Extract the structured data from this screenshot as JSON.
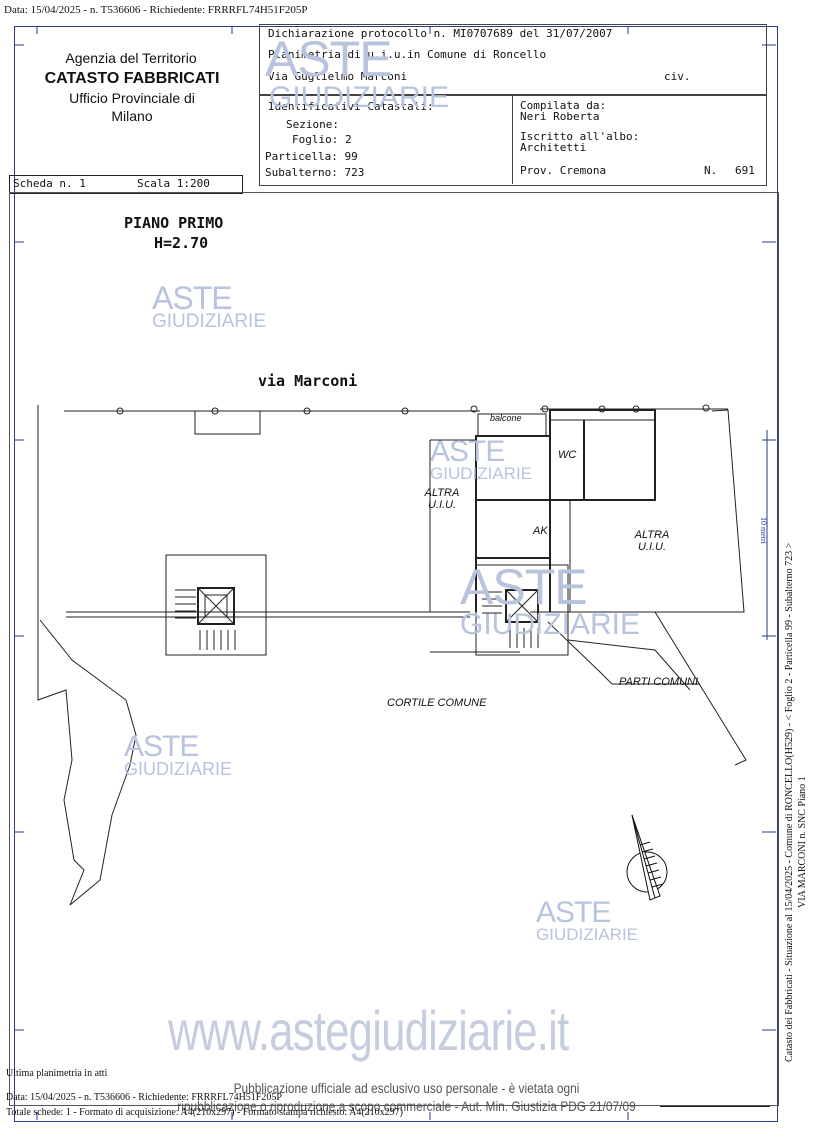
{
  "top_stamp": "Data: 15/04/2025 - n. T536606 - Richiedente: FRRRFL74H51F205P",
  "header": {
    "agency": "Agenzia del Territorio",
    "catasto": "CATASTO FABBRICATI",
    "office": "Ufficio Provinciale di",
    "city": "Milano",
    "dichiarazione": "Dichiarazione protocollo n. MI0707689 del  31/07/2007",
    "planimetria": "Planimetria di u.i.u.in Comune di Roncello",
    "via": "Via Guglielmo Marconi",
    "civ": "civ.",
    "identificativi_title": "Identificativi Catastali:",
    "sezione": "Sezione:",
    "foglio": "Foglio: 2",
    "particella": "Particella: 99",
    "subalterno": "Subalterno: 723",
    "compilata_label": "Compilata da:",
    "compilata_name": "Neri Roberta",
    "iscritto_label": "Iscritto all'albo:",
    "iscritto_value": "Architetti",
    "prov": "Prov. Cremona",
    "numero_label": "N.",
    "numero_value": "691",
    "scheda": "Scheda n. 1",
    "scala": "Scala 1:200"
  },
  "plan": {
    "floor_title": "PIANO PRIMO",
    "height": "H=2.70",
    "street": "via Marconi",
    "balcone": "balcone",
    "wc": "WC",
    "ak": "AK",
    "altra_uiu_left_1": "ALTRA",
    "altra_uiu_left_2": "U.I.U.",
    "altra_uiu_right_1": "ALTRA",
    "altra_uiu_right_2": "U.I.U.",
    "cortile": "CORTILE COMUNE",
    "parti_comuni": "PARTI COMUNI",
    "scale_mark": "10 metri"
  },
  "watermarks": {
    "aste": "ASTE",
    "giudiziarie": "GIUDIZIARIE",
    "site": "www.astegiudiziarie.it",
    "pub_line1": "Pubblicazione ufficiale ad esclusivo uso personale - è vietata ogni",
    "pub_line2": "ripubblicazione o riproduzione a scopo commerciale - Aut. Min. Giustizia PDG 21/07/09"
  },
  "side_text": {
    "line1": "Catasto dei Fabbricati - Situazione al 15/04/2025 - Comune di RONCELLO(H529) - < Foglio 2 - Particella 99 - Subalterno 723 >",
    "line2": "VIA MARCONI n. SNC Piano 1"
  },
  "footer": {
    "ultima": "Ultima planimetria in atti",
    "data_line": "Data: 15/04/2025 - n. T536606 - Richiedente: FRRRFL74H51F205P",
    "totale": "Totale schede: 1 - Formato di acquisizione: A4(210x297) - Formato stampa richiesto: A4(210x297)"
  },
  "colors": {
    "frame": "#2a3b8c",
    "watermark": "#b8c3de",
    "ink": "#111111"
  }
}
